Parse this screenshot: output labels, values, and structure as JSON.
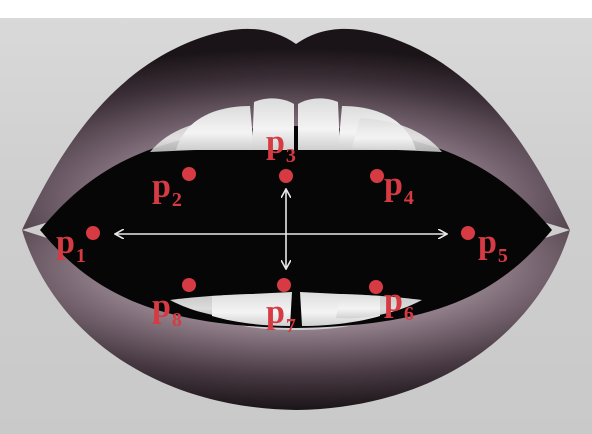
{
  "figure": {
    "landmarks": [
      {
        "id": "p1",
        "base": "p",
        "sub": "1"
      },
      {
        "id": "p2",
        "base": "p",
        "sub": "2"
      },
      {
        "id": "p3",
        "base": "p",
        "sub": "3"
      },
      {
        "id": "p4",
        "base": "p",
        "sub": "4"
      },
      {
        "id": "p5",
        "base": "p",
        "sub": "5"
      },
      {
        "id": "p6",
        "base": "p",
        "sub": "6"
      },
      {
        "id": "p7",
        "base": "p",
        "sub": "7"
      },
      {
        "id": "p8",
        "base": "p",
        "sub": "8"
      }
    ],
    "colors": {
      "landmark": "#d63a42",
      "arrow": "#e8e8e8",
      "lip_dark": "#1a1418",
      "lip_mid": "#6b5a66",
      "lip_light": "#c9b9c4",
      "mouth_interior": "#060606",
      "teeth": "#f0f0f0",
      "background": "#cfcfcf"
    },
    "annotations": {
      "horizontal_arrow": "double-headed",
      "vertical_arrow": "double-headed"
    }
  }
}
